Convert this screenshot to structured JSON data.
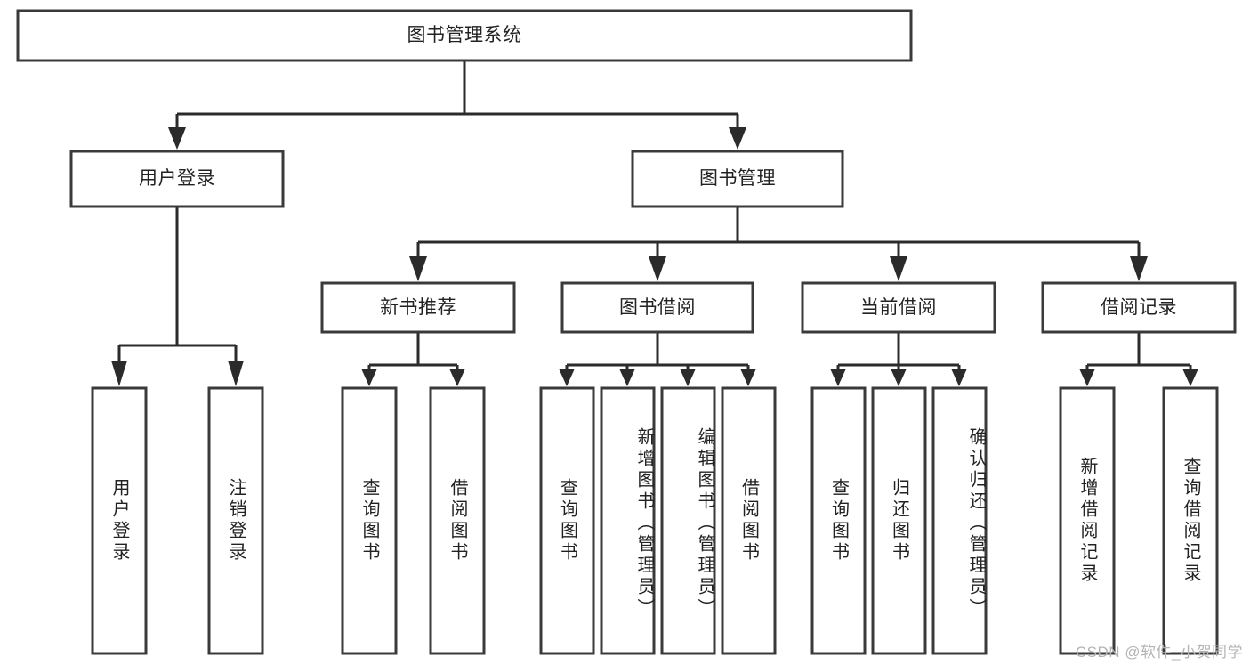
{
  "diagram": {
    "title": "图书管理系统",
    "type": "hierarchy-tree",
    "colors": {
      "box_stroke": "#3a3a3a",
      "connector": "#2b2b2b",
      "background": "#ffffff",
      "text": "#222222",
      "watermark": "#b4b4b4"
    },
    "watermark": "CSDN @软件_小贺同学",
    "levels": {
      "level1": {
        "label": "图书管理系统"
      },
      "level2": [
        {
          "label": "用户登录"
        },
        {
          "label": "图书管理"
        }
      ],
      "level3": [
        {
          "label": "新书推荐"
        },
        {
          "label": "图书借阅"
        },
        {
          "label": "当前借阅"
        },
        {
          "label": "借阅记录"
        }
      ],
      "level4": {
        "user_login_children": [
          {
            "label": "用户登录"
          },
          {
            "label": "注销登录"
          }
        ],
        "new_book_children": [
          {
            "label": "查询图书"
          },
          {
            "label": "借阅图书"
          }
        ],
        "borrow_children": [
          {
            "label": "查询图书"
          },
          {
            "label": "新增图书（管理员）"
          },
          {
            "label": "编辑图书（管理员）"
          },
          {
            "label": "借阅图书"
          }
        ],
        "current_borrow_children": [
          {
            "label": "查询图书"
          },
          {
            "label": "归还图书"
          },
          {
            "label": "确认归还（管理员）"
          }
        ],
        "borrow_record_children": [
          {
            "label": "新增借阅记录"
          },
          {
            "label": "查询借阅记录"
          }
        ]
      }
    }
  }
}
